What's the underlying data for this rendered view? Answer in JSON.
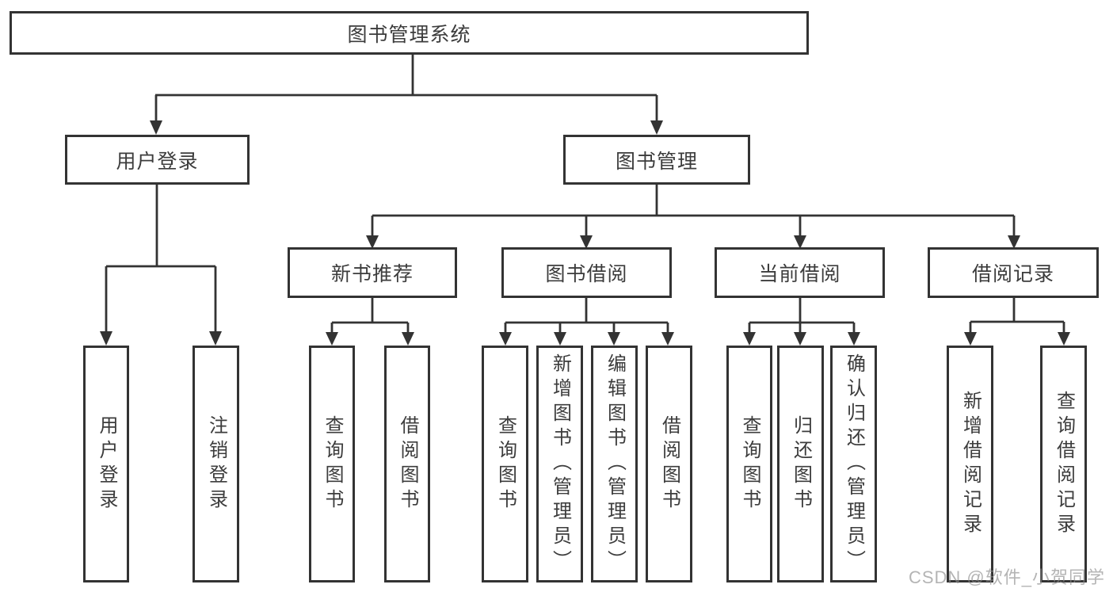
{
  "diagram_title": "图书管理系统",
  "nodes": {
    "root": "图书管理系统",
    "level2": [
      "用户登录",
      "图书管理"
    ],
    "level3": [
      "新书推荐",
      "图书借阅",
      "当前借阅",
      "借阅记录"
    ],
    "leaves": {
      "user_login": [
        "用户登录",
        "注销登录"
      ],
      "new_book_recommend": [
        "查询图书",
        "借阅图书"
      ],
      "book_borrowing": [
        "查询图书",
        "新增图书（管理员）",
        "编辑图书（管理员）",
        "借阅图书"
      ],
      "current_borrowing": [
        "查询图书",
        "归还图书",
        "确认归还（管理员）"
      ],
      "borrow_records": [
        "新增借阅记录",
        "查询借阅记录"
      ]
    }
  },
  "watermark": {
    "text": "CSDN @软件_小贺同学"
  },
  "colors": {
    "line": "#333333",
    "text": "#3c3c3c",
    "box_background": "#ffffff",
    "page_background": "#ffffff",
    "watermark": "#8c8c8c"
  }
}
